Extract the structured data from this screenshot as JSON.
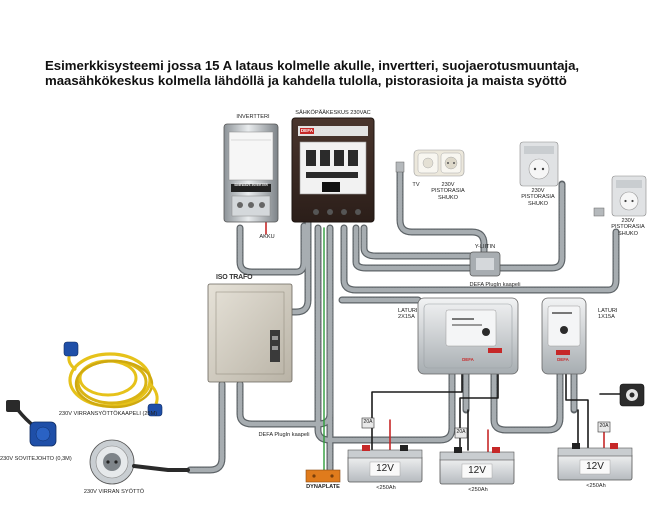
{
  "title": {
    "line1": "Esimerkkisysteemi jossa 15 A lataus kolmelle akulle, invertteri, suojaerotusmuuntaja,",
    "line2": "maasähkökeskus kolmella lähdöllä ja kahdella tulolla, pistorasioita ja maista syöttö"
  },
  "components": {
    "inverter": {
      "label": "INVERTTERI",
      "brand": "SINEWAVE INVERTER"
    },
    "akku": {
      "label": "AKKU"
    },
    "main_panel": {
      "label": "SÄHKÖPÄÄKESKUS 230VAC",
      "brand": "DEFA"
    },
    "tv_outlet": {
      "label": "TV",
      "sub": "230V\nPISTORASIA\nSHUKO"
    },
    "outlet_2": {
      "label": "230V\nPISTORASIA\nSHUKO"
    },
    "outlet_3": {
      "label": "230V\nPISTORASIA\nSHUKO"
    },
    "y_splitter": {
      "label": "Y-LIITIN"
    },
    "plugin_cable_top": {
      "label": "DEFA PlugIn kaapeli"
    },
    "iso_trafo": {
      "label": "ISO TRAFO"
    },
    "plugin_cable_bottom": {
      "label": "DEFA PlugIn kaapeli"
    },
    "charger_1": {
      "label": "LATURI\n2X15A",
      "brand": "DEFA"
    },
    "charger_2": {
      "label": "LATURI\n1X15A",
      "brand": "DEFA"
    },
    "extension_cable": {
      "label": "230V VIRRANSYÖTTÖKAAPELI (25M)"
    },
    "adapter_cable": {
      "label": "230V SOVITEJOHTO (0,3M)"
    },
    "inlet": {
      "label": "230V VIRRAN SYÖTTÖ"
    },
    "dynaplate": {
      "label": "DYNAPLATE"
    }
  },
  "fuses": {
    "f1": "20A",
    "f2": "20A",
    "f3": "20A"
  },
  "batteries": [
    {
      "voltage": "12V",
      "capacity": "<250Ah"
    },
    {
      "voltage": "12V",
      "capacity": "<250Ah"
    },
    {
      "voltage": "12V",
      "capacity": "<250Ah"
    }
  ],
  "colors": {
    "cable": "#9aa0a4",
    "cable_edge": "#5d6367",
    "dark_panel": "#3a2a24",
    "charger": "#c9ccd0",
    "battery": "#d9dcdf",
    "red_wire": "#c62828",
    "dynaplate": "#e07b1c",
    "yellow_cable": "#e6c21a",
    "blue_plug": "#1f4fa8"
  }
}
